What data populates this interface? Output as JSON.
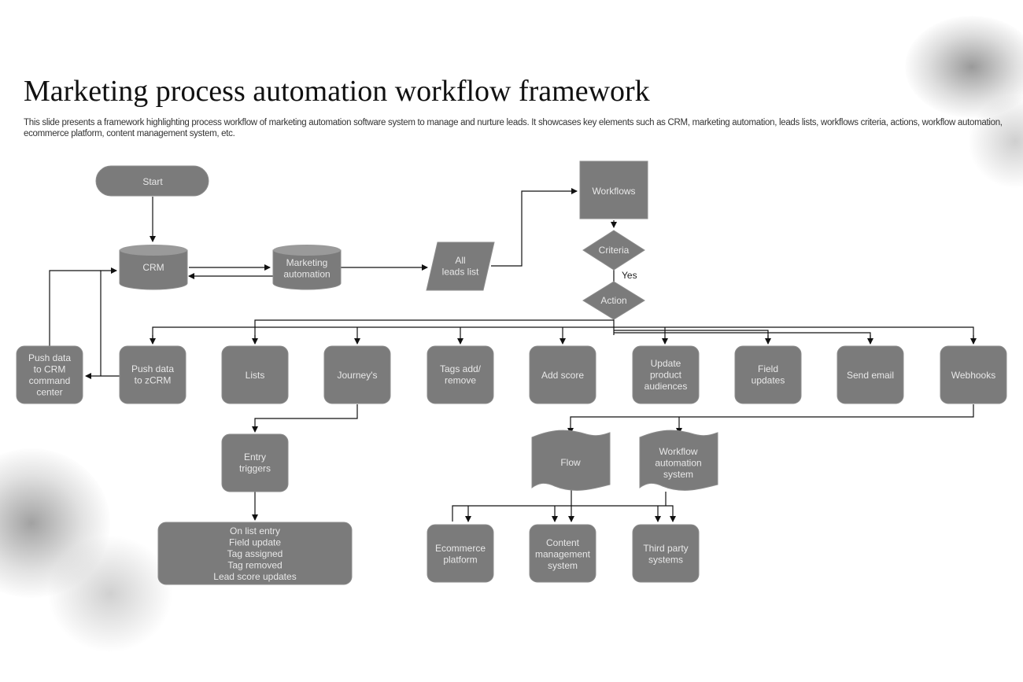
{
  "title": "Marketing process automation workflow framework",
  "subtitle": "This slide presents a framework  highlighting process workflow of marketing automation software system to manage and nurture leads. It showcases key elements such as CRM, marketing automation, leads lists, workflows criteria, actions, workflow automation, ecommerce platform, content management system, etc.",
  "colors": {
    "node_fill": "#7b7b7b",
    "node_text": "#e8e8e8",
    "connector": "#111111",
    "background": "#ffffff"
  },
  "nodes": {
    "start": [
      "Start"
    ],
    "crm": [
      "CRM"
    ],
    "marketing_automation": [
      "Marketing",
      "automation"
    ],
    "all_leads_list": [
      "All",
      "leads list"
    ],
    "workflows": [
      "Workflows"
    ],
    "criteria": [
      "Criteria"
    ],
    "action": [
      "Action"
    ],
    "push_crm_command": [
      "Push data",
      "to CRM",
      "command",
      "center"
    ],
    "push_zcrm": [
      "Push data",
      "to zCRM"
    ],
    "lists": [
      "Lists"
    ],
    "journeys": [
      "Journey's"
    ],
    "tags": [
      "Tags add/",
      "remove"
    ],
    "add_score": [
      "Add score"
    ],
    "update_audiences": [
      "Update",
      "product",
      "audiences"
    ],
    "field_updates": [
      "Field",
      "updates"
    ],
    "send_email": [
      "Send email"
    ],
    "webhooks": [
      "Webhooks"
    ],
    "entry_triggers": [
      "Entry",
      "triggers"
    ],
    "trigger_list": [
      "On list entry",
      "Field update",
      "Tag assigned",
      "Tag removed",
      "Lead score updates"
    ],
    "flow": [
      "Flow"
    ],
    "workflow_automation": [
      "Workflow",
      "automation",
      "system"
    ],
    "ecommerce": [
      "Ecommerce",
      "platform"
    ],
    "cms": [
      "Content",
      "management",
      "system"
    ],
    "third_party": [
      "Third party",
      "systems"
    ]
  },
  "edge_labels": {
    "criteria_yes": "Yes"
  }
}
